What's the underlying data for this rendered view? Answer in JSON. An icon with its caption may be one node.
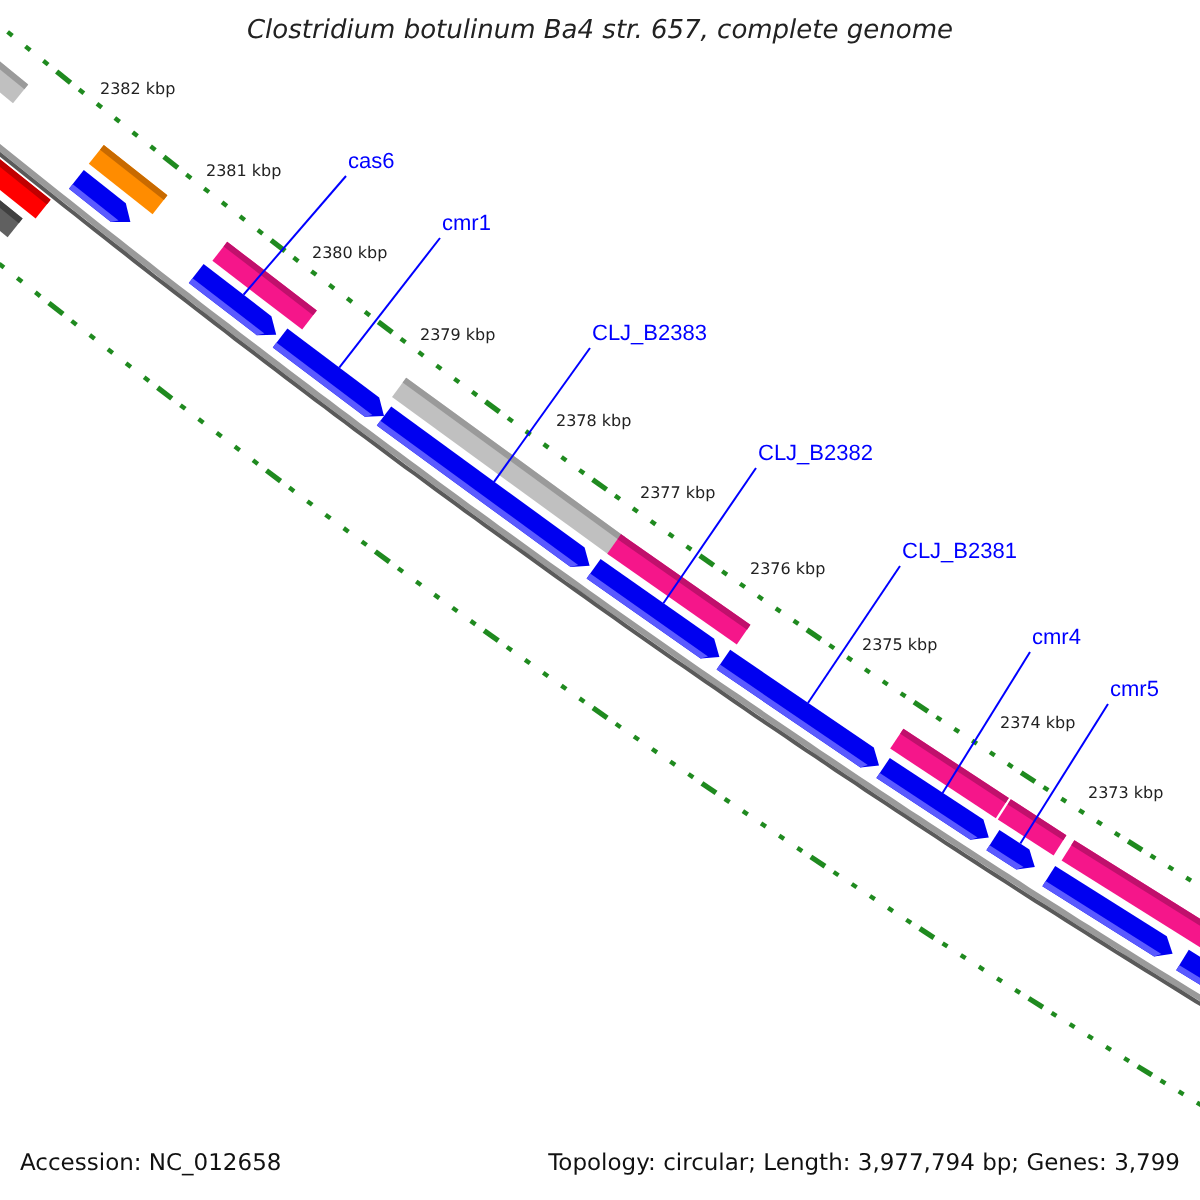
{
  "diagram": {
    "title": "Clostridium botulinum Ba4 str. 657, complete genome",
    "nodes": [
      {
        "text": [
          "cas6"
        ]
      },
      {
        "text": [
          "cmr1"
        ]
      },
      {
        "text": [
          "CLJ_B2383"
        ]
      },
      {
        "text": [
          "CLJ_B2382"
        ]
      },
      {
        "text": [
          "CLJ_B2381"
        ]
      },
      {
        "text": [
          "cmr4"
        ]
      },
      {
        "text": [
          "cmr5"
        ]
      },
      {
        "text": [],
        "shape": "bar"
      },
      {
        "text": [],
        "shape": "bar"
      },
      {
        "text": [],
        "shape": "bar"
      },
      {
        "text": [],
        "shape": "bar"
      },
      {
        "text": [],
        "shape": "bar"
      },
      {
        "text": [],
        "shape": "bar"
      },
      {
        "text": [],
        "shape": "bar"
      },
      {
        "text": [],
        "shape": "bar"
      },
      {
        "text": [],
        "shape": "bar"
      },
      {
        "text": [],
        "shape": "bar"
      },
      {
        "text": [],
        "shape": "bar"
      },
      {
        "text": [],
        "shape": "bar"
      },
      {
        "text": [],
        "shape": "bar"
      },
      {
        "text": [],
        "shape": "bar"
      },
      {
        "text": [],
        "shape": "bar"
      },
      {
        "text": [],
        "shape": "bar"
      },
      {
        "text": [],
        "shape": "bar"
      },
      {
        "text": [],
        "shape": "bar"
      },
      {
        "text": [],
        "shape": "bar"
      },
      {
        "text": [],
        "shape": "bar"
      }
    ],
    "edges": [
      {
        "from": 0,
        "to": 12,
        "arrow": "none"
      },
      {
        "from": 1,
        "to": 14,
        "arrow": "none"
      },
      {
        "from": 2,
        "to": 16,
        "arrow": "none"
      },
      {
        "from": 3,
        "to": 17,
        "arrow": "none"
      },
      {
        "from": 4,
        "to": 19,
        "arrow": "none"
      },
      {
        "from": 5,
        "to": 21,
        "arrow": "none"
      },
      {
        "from": 6,
        "to": 23,
        "arrow": "none"
      }
    ],
    "labels": [
      "2382 kbp",
      "2381 kbp",
      "2380 kbp",
      "2379 kbp",
      "2378 kbp",
      "2377 kbp",
      "2376 kbp",
      "2375 kbp",
      "2374 kbp",
      "2373 kbp",
      "Accession: NC_012658",
      "Topology: circular; Length: 3,977,794 bp; Genes: 3,799"
    ]
  }
}
